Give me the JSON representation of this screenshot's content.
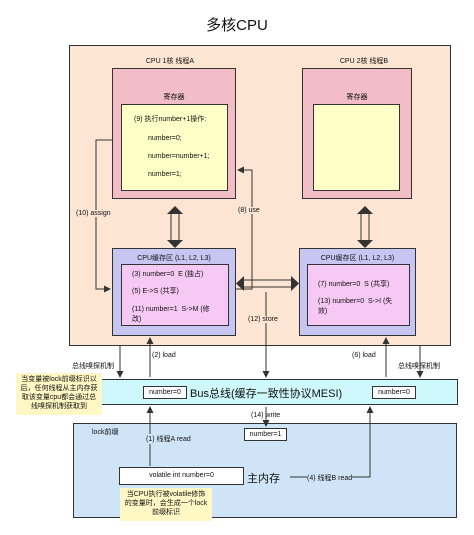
{
  "title": "多核CPU",
  "core_a": {
    "label": "CPU 1核 线程A",
    "register_title": "寄存器",
    "register_lines": [
      "(9) 执行number+1操作:",
      "number=0;",
      "number=number+1;",
      "number=1;"
    ],
    "cache_title": "CPU缓存区 (L1, L2, L3)",
    "cache_lines": [
      "(3) number=0  E (独占)",
      "(5) E->S (共享)",
      "(11) number=1  S->M (修",
      "改)"
    ]
  },
  "core_b": {
    "label": "CPU 2核 线程B",
    "register_title": "寄存器",
    "cache_title": "CPU缓存区 (L1, L2, L3)",
    "cache_lines": [
      "(7) number=0  S (共享)",
      "(13) number=0  S->I (失",
      "效)"
    ]
  },
  "bus": {
    "label": "Bus总线(缓存一致性协议MESI)",
    "value_left": "number=0",
    "value_right": "number=0"
  },
  "memory": {
    "label": "主内存",
    "lock_prefix": "lock前缀",
    "variable": "volatile int number=0",
    "value_box": "number=1"
  },
  "arrows": {
    "assign": "(10) assign",
    "use": "(8) use",
    "store": "(12) store",
    "load_a": "(2) load",
    "load_b": "(6) load",
    "write": "(14) write",
    "read_a": "(1) 线程A read",
    "read_b": "(4) 线程B read",
    "sniff_left": "总线嗅探机制",
    "sniff_right": "总线嗅探机制"
  },
  "notes": {
    "left": [
      "当变量被lock前缀标识以",
      "后，任何线程从主内存获",
      "取该变量cpu都会通过总",
      "线嗅探机制获取到"
    ],
    "bottom": [
      "当CPU执行被volatile修饰",
      "的变量时，会生成一个lock",
      "前缀标识"
    ]
  }
}
